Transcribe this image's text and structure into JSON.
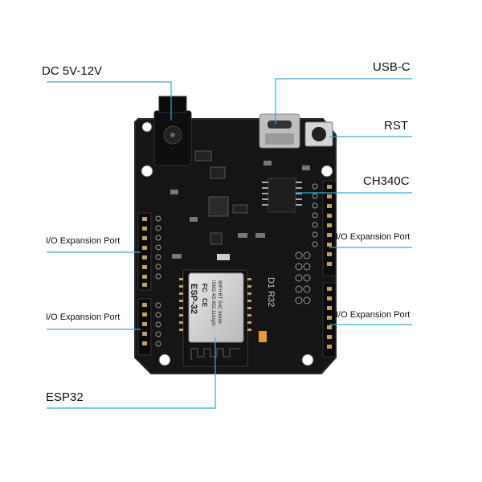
{
  "labels": {
    "dc": "DC 5V-12V",
    "usbc": "USB-C",
    "rst": "RST",
    "ch340c": "CH340C",
    "io_left_top": "I/O Expansion Port",
    "io_left_bottom": "I/O Expansion Port",
    "io_right_top": "I/O Expansion Port",
    "io_right_bottom": "I/O Expansion Port",
    "esp32": "ESP32"
  },
  "board": {
    "silkscreen": "D1 R32",
    "module_brand": "ESP-32",
    "module_text1": "WiFi+BT SoC Inside",
    "module_text2": "ISM2.4G 802.11b/g/n",
    "module_fc": "FC",
    "module_ce": "CE"
  },
  "colors": {
    "callout_line": "#3aa9d6",
    "board": "#151515",
    "board_edge": "#2a2a2a",
    "header": "#0b0b0b",
    "silk": "#bdbdbd"
  }
}
